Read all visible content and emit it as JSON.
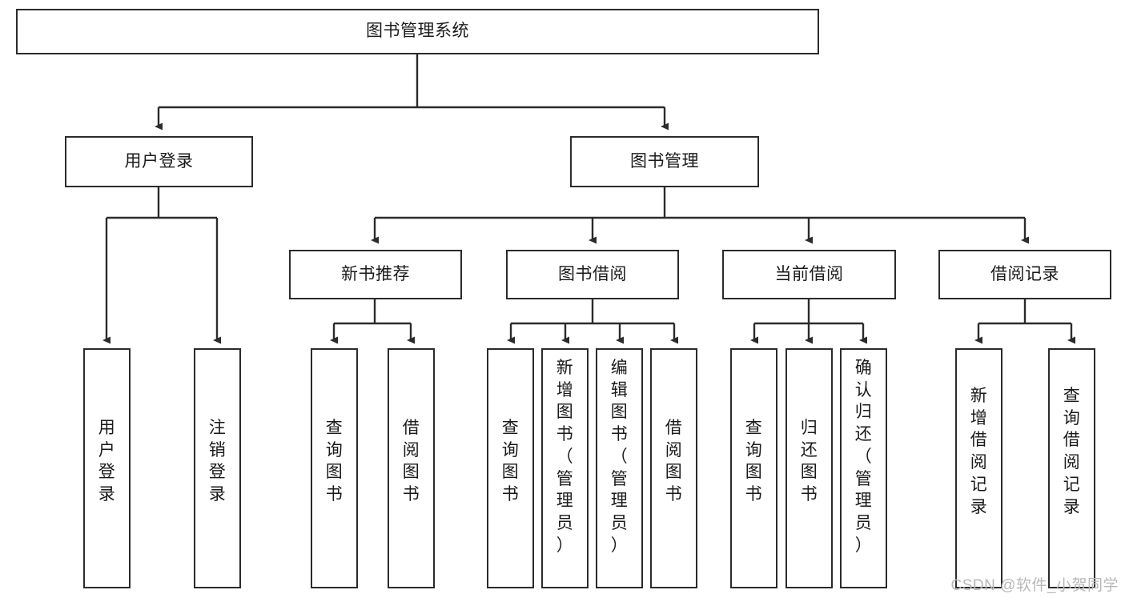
{
  "diagram": {
    "title": "图书管理系统",
    "type": "hierarchy-tree",
    "watermark": "CSDN @软件_小贺同学",
    "levels": {
      "root": "图书管理系统",
      "level2": [
        "用户登录",
        "图书管理"
      ],
      "level3": [
        "新书推荐",
        "图书借阅",
        "当前借阅",
        "借阅记录"
      ]
    },
    "nodes": {
      "root": {
        "label": "图书管理系统"
      },
      "user_login": {
        "label": "用户登录"
      },
      "book_manage": {
        "label": "图书管理"
      },
      "new_book_rec": {
        "label": "新书推荐"
      },
      "book_borrow": {
        "label": "图书借阅"
      },
      "current_borrow": {
        "label": "当前借阅"
      },
      "borrow_record": {
        "label": "借阅记录"
      },
      "leaf_user_login": {
        "label": "用户登录"
      },
      "leaf_logout": {
        "label": "注销登录"
      },
      "leaf_query_book_1": {
        "label": "查询图书"
      },
      "leaf_borrow_book_1": {
        "label": "借阅图书"
      },
      "leaf_query_book_2": {
        "label": "查询图书"
      },
      "leaf_add_book": {
        "label": "新增图书（管理员）"
      },
      "leaf_edit_book": {
        "label": "编辑图书（管理员）"
      },
      "leaf_borrow_book_2": {
        "label": "借阅图书"
      },
      "leaf_query_book_3": {
        "label": "查询图书"
      },
      "leaf_return_book": {
        "label": "归还图书"
      },
      "leaf_confirm_return": {
        "label": "确认归还（管理员）"
      },
      "leaf_add_record": {
        "label": "新增借阅记录"
      },
      "leaf_query_record": {
        "label": "查询借阅记录"
      }
    },
    "colors": {
      "border": "#2b2b2b",
      "text": "#1a1a1a",
      "background": "#ffffff",
      "watermark": "#b8b8b8"
    }
  }
}
